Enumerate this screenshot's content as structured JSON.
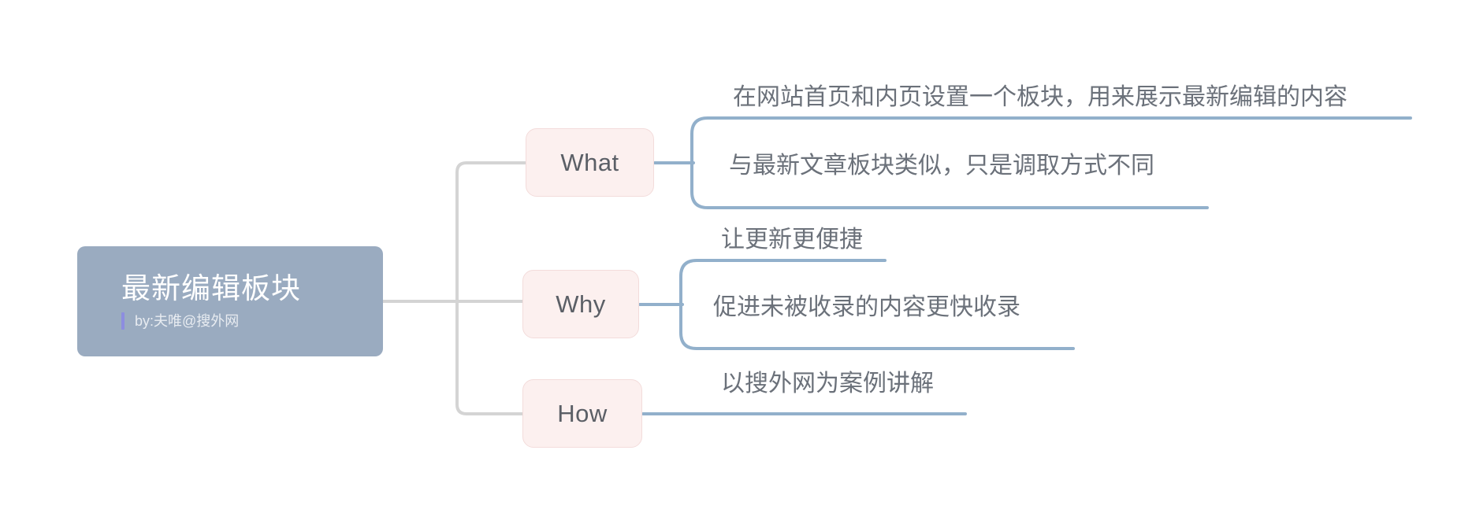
{
  "diagram": {
    "type": "mind-map",
    "background_color": "#ffffff",
    "root": {
      "title": "最新编辑板块",
      "subtitle": "by:夫唯@搜外网",
      "fill_color": "#9aabc0",
      "text_color": "#ffffff",
      "accent_bar_color": "#8d8de0"
    },
    "branch_colors": {
      "root_connector": "#d4d4d4",
      "leaf_connector": "#92b0cb",
      "level2_fill": "#fcf0ef",
      "level2_border": "#f3dcdb",
      "level2_text": "#5b5f66",
      "leaf_text": "#6b717a"
    },
    "branches": [
      {
        "label": "What",
        "children": [
          "在网站首页和内页设置一个板块，用来展示最新编辑的内容",
          "与最新文章板块类似，只是调取方式不同"
        ]
      },
      {
        "label": "Why",
        "children": [
          "让更新更便捷",
          "促进未被收录的内容更快收录"
        ]
      },
      {
        "label": "How",
        "children": [
          "以搜外网为案例讲解"
        ]
      }
    ]
  }
}
